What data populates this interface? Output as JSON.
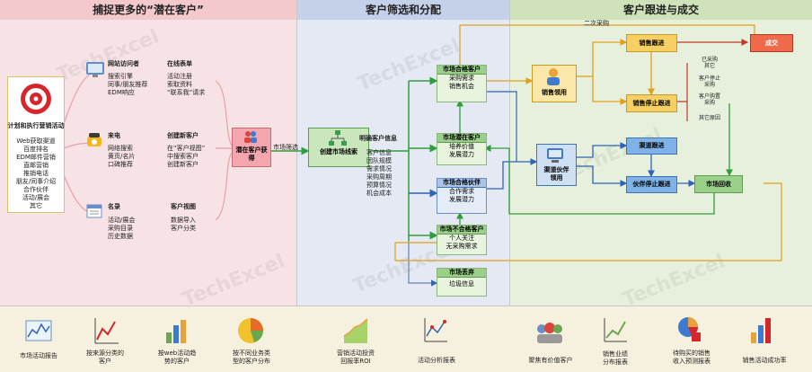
{
  "headers": {
    "left": "捕捉更多的“潜在客户”",
    "middle": "客户筛选和分配",
    "right": "客户跟进与成交"
  },
  "plan": {
    "title": "计划和执行营销活动",
    "items": "Web获取渠道\n百度排名\nEDM邮件营销\n直邮营销\n推销电话\n朋友/同事介绍\n合作伙伴\n活动/展会\n其它"
  },
  "sources": {
    "web_title": "网站访问者",
    "web_items": "搜索引擎\n同事/朋友推荐\nEDM响应",
    "online_form_title": "在线表单",
    "online_form_items": "活动注册\n索取资料\n“联系我”请求",
    "phone_title": "来电",
    "phone_items": "网络搜索\n黄页/名片\n口碑推荐",
    "create_title": "创建新客户",
    "create_items": "在“客户视图”\n中搜索客户\n创建新客户",
    "list_title": "名录",
    "list_items": "活动/展会\n采购目录\n历史数据",
    "view_title": "客户视图",
    "view_items": "数据导入\n客户分类"
  },
  "flow": {
    "acquire": "潜在客户获得",
    "filter_label": "市场筛选",
    "create_lead": "创建市场线索",
    "define_title": "明确客户信息",
    "define_items": "客户信息\n团队规模\n需求情况\n采购周期\n预算情况\n机会成本",
    "qualified_title": "市场合格客户",
    "qualified_items": "采购需求\n销售机会",
    "potential_title": "市场潜在客户",
    "potential_items": "培养价值\n发展潜力",
    "partner_title": "市场合格伙伴",
    "partner_items": "合作需求\n发展潜力",
    "unqualified_title": "市场不合格客户",
    "unqualified_items": "个人关注\n无采购需求",
    "discard_title": "市场丢弃",
    "discard_items": "垃圾信息"
  },
  "followup": {
    "second_purchase": "二次采购",
    "sales_lead": "销售领用",
    "sales_follow": "销售跟进",
    "deal": "成交",
    "sales_stop": "销售停止跟进",
    "reasons": [
      "已采购\n其它",
      "客户停止\n采购",
      "客户购置\n采购",
      "其它原因"
    ],
    "channel_lead": "渠道伙伴\n领用",
    "channel_follow": "渠道跟进",
    "partner_stop": "伙伴停止跟进",
    "recycle": "市场回收"
  },
  "reports": [
    "市场活动报告",
    "按来源分类的\n客户",
    "按web活动趋\n势的客户",
    "按不同业务类\n型的客户分布",
    "营销活动投资\n回报率ROI",
    "活动分析报表",
    "聚焦有价值客户",
    "销售业绩\n分布报表",
    "待购买的销售\n收入预测报表",
    "销售活动成功率"
  ],
  "watermark": "TechExcel"
}
